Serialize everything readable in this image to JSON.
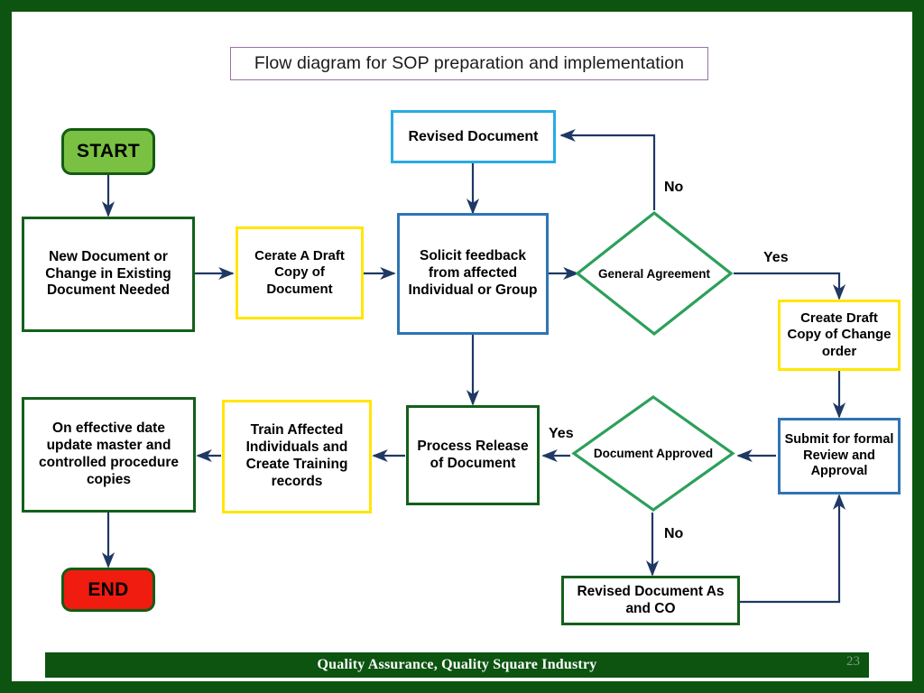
{
  "slide": {
    "title": "Flow diagram for SOP preparation and implementation",
    "frame_color": "#0c5410",
    "background": "#ffffff"
  },
  "footer": {
    "text": "Quality Assurance, Quality Square Industry",
    "page_number": "23",
    "bar_color": "#0c5410",
    "text_color": "#ffffff",
    "page_number_color": "#7f9b80"
  },
  "colors": {
    "dark_green": "#13601b",
    "light_green_fill": "#7ac143",
    "red_fill": "#f01c10",
    "yellow": "#ffe600",
    "blue": "#2e74b5",
    "cyan": "#29abe2",
    "diamond_green": "#2ca05a",
    "connector": "#1f3864",
    "title_border": "#9a6fa8"
  },
  "nodes": {
    "start": {
      "label": "START",
      "shape": "terminator"
    },
    "new_document": {
      "label": "New Document or Change in Existing Document Needed",
      "shape": "process"
    },
    "create_draft": {
      "label": "Cerate A Draft Copy of Document",
      "shape": "process"
    },
    "revised_document": {
      "label": "Revised Document",
      "shape": "process"
    },
    "solicit_feedback": {
      "label": "Solicit feedback from affected Individual  or Group",
      "shape": "process"
    },
    "general_agreement": {
      "label": "General Agreement",
      "shape": "decision"
    },
    "create_draft_change_order": {
      "label": "Create Draft Copy of Change order",
      "shape": "process"
    },
    "submit_review": {
      "label": "Submit for formal Review and Approval",
      "shape": "process"
    },
    "document_approved": {
      "label": "Document Approved",
      "shape": "decision"
    },
    "revised_document_as_co": {
      "label": "Revised Document As  and CO",
      "shape": "process"
    },
    "process_release": {
      "label": "Process Release of Document",
      "shape": "process"
    },
    "train_affected": {
      "label": "Train Affected Individuals and Create Training records",
      "shape": "process"
    },
    "update_master": {
      "label": "On effective date update master and controlled procedure  copies",
      "shape": "process"
    },
    "end": {
      "label": "END",
      "shape": "terminator"
    }
  },
  "edge_labels": {
    "agreement_no": "No",
    "agreement_yes": "Yes",
    "approved_yes": "Yes",
    "approved_no": "No"
  }
}
